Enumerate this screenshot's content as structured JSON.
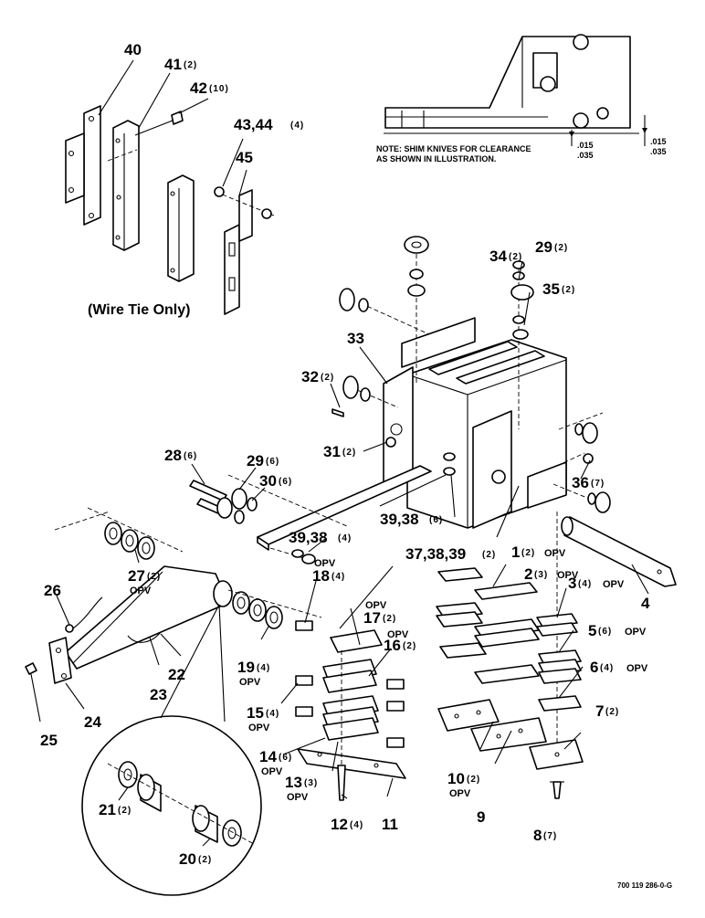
{
  "labels": {
    "p1": "1",
    "p1q": "(2)",
    "p1o": "OPV",
    "p2": "2",
    "p2q": "(3)",
    "p2o": "OPV",
    "p3": "3",
    "p3q": "(4)",
    "p3o": "OPV",
    "p4": "4",
    "p5": "5",
    "p5q": "(6)",
    "p5o": "OPV",
    "p6": "6",
    "p6q": "(4)",
    "p6o": "OPV",
    "p7": "7",
    "p7q": "(2)",
    "p8": "8",
    "p8q": "(7)",
    "p9": "9",
    "p10": "10",
    "p10q": "(2)",
    "p10o": "OPV",
    "p11": "11",
    "p12": "12",
    "p12q": "(4)",
    "p13": "13",
    "p13q": "(3)",
    "p13o": "OPV",
    "p14": "14",
    "p14q": "(6)",
    "p14o": "OPV",
    "p15": "15",
    "p15q": "(4)",
    "p15o": "OPV",
    "p16": "16",
    "p16q": "(2)",
    "p16o": "OPV",
    "p17": "17",
    "p17q": "(2)",
    "p17o": "OPV",
    "p18": "18",
    "p18q": "(4)",
    "p18o": "OPV",
    "p19": "19",
    "p19q": "(4)",
    "p19o": "OPV",
    "p20": "20",
    "p20q": "(2)",
    "p21": "21",
    "p21q": "(2)",
    "p22": "22",
    "p23": "23",
    "p24": "24",
    "p25": "25",
    "p26": "26",
    "p27": "27",
    "p27q": "(2)",
    "p27o": "OPV",
    "p28": "28",
    "p28q": "(6)",
    "p29a": "29",
    "p29aq": "(6)",
    "p29b": "29",
    "p29bq": "(2)",
    "p30": "30",
    "p30q": "(6)",
    "p31": "31",
    "p31q": "(2)",
    "p32": "32",
    "p32q": "(2)",
    "p33": "33",
    "p34": "34",
    "p34q": "(2)",
    "p35": "35",
    "p35q": "(2)",
    "p36": "36",
    "p36q": "(7)",
    "p37": "37,38,39",
    "p37q": "(2)",
    "p39a": "39,38",
    "p39aq": "(4)",
    "p39b": "39,38",
    "p39bq": "(6)",
    "p40": "40",
    "p41": "41",
    "p41q": "(2)",
    "p42": "42",
    "p42q": "(10)",
    "p43": "43,44",
    "p43q": "(4)",
    "p45": "45"
  },
  "wire_tie_caption": "(Wire Tie Only)",
  "note_line1": "NOTE: SHIM KNIVES FOR CLEARANCE",
  "note_line2": "AS SHOWN IN ILLUSTRATION.",
  "dim_top_a": ".015",
  "dim_bottom_a": ".035",
  "dim_top_b": ".015",
  "dim_bottom_b": ".035",
  "drawing_code": "700 119 286-0-G"
}
